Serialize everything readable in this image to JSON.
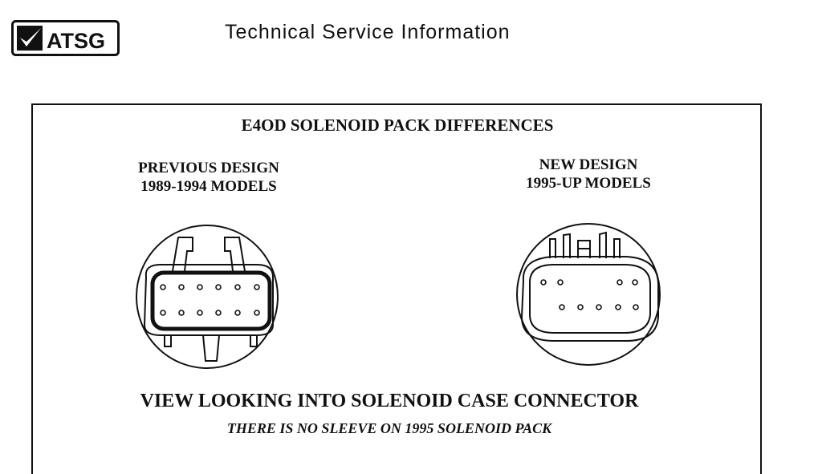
{
  "header": {
    "logo_text": "ATSG",
    "title": "Technical Service Information"
  },
  "document": {
    "title": "E4OD SOLENOID PACK DIFFERENCES",
    "previous": {
      "line1": "PREVIOUS DESIGN",
      "line2": "1989-1994 MODELS"
    },
    "new": {
      "line1": "NEW DESIGN",
      "line2": "1995-UP MODELS"
    },
    "caption": "VIEW LOOKING INTO SOLENOID CASE CONNECTOR",
    "note": "THERE IS NO SLEEVE ON 1995 SOLENOID PACK"
  }
}
